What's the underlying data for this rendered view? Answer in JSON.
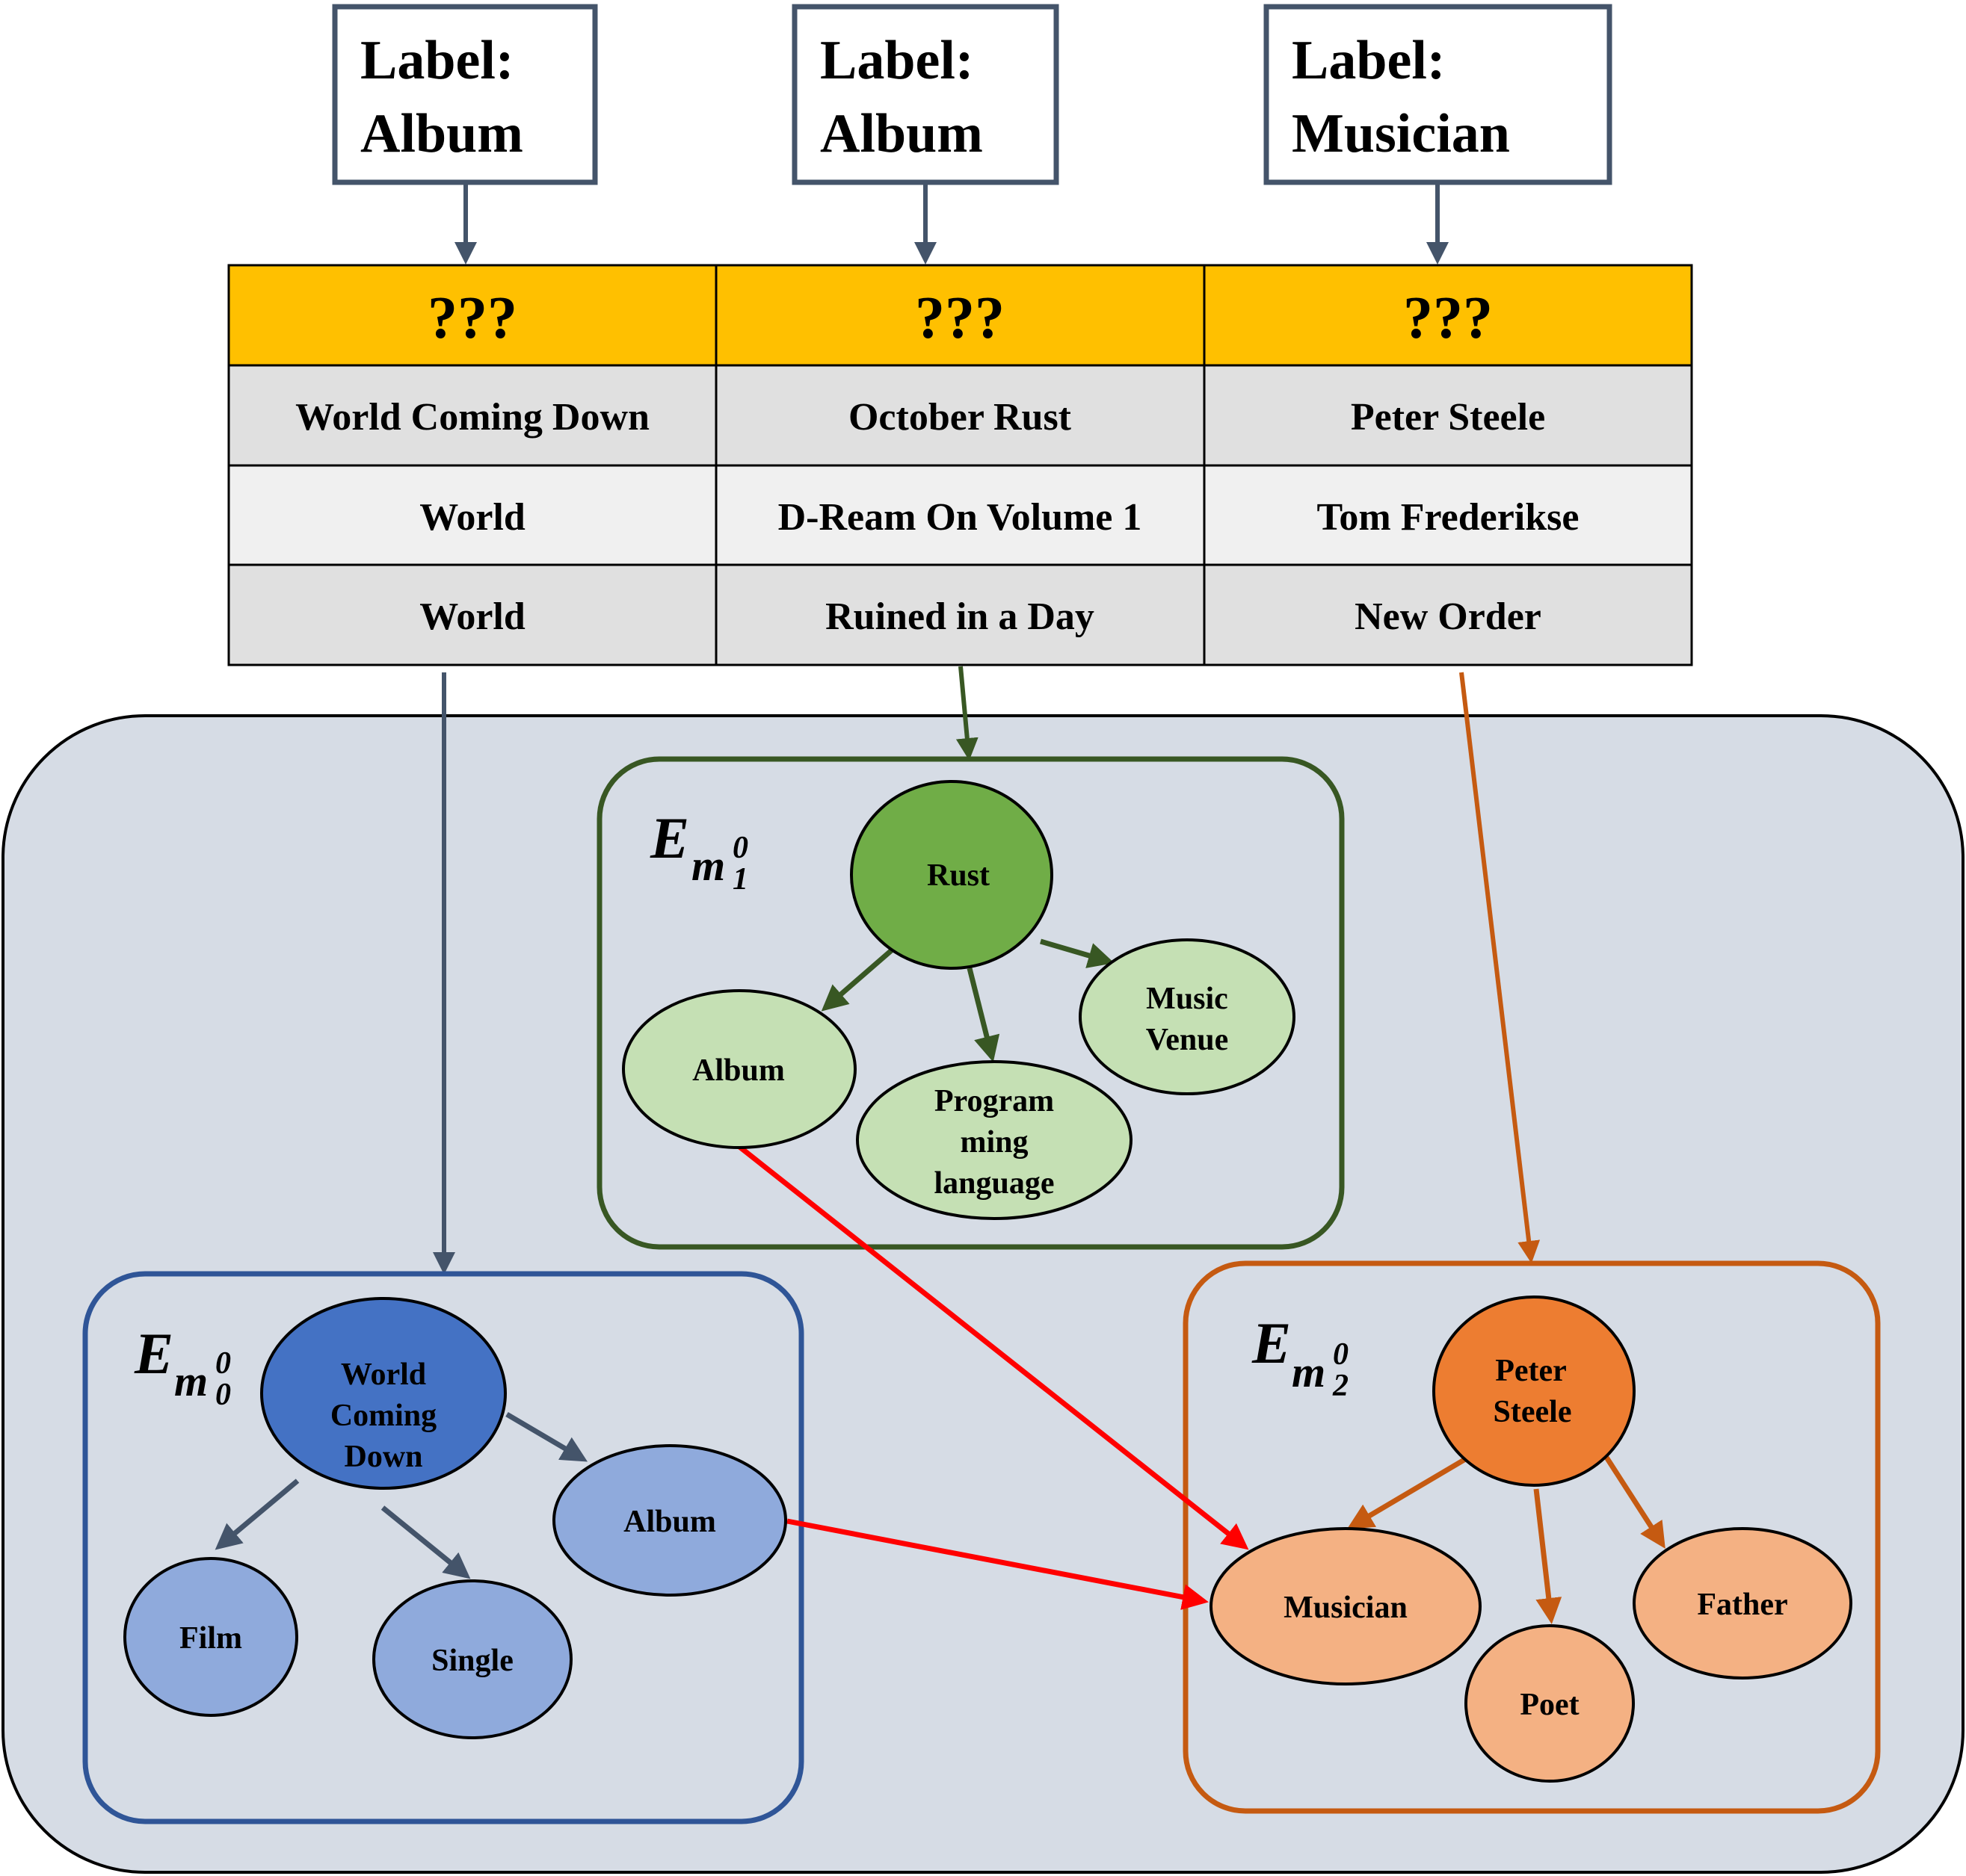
{
  "label_boxes": [
    {
      "line1": "Label:",
      "line2": "Album"
    },
    {
      "line1": "Label:",
      "line2": "Album"
    },
    {
      "line1": "Label:",
      "line2": "Musician"
    }
  ],
  "table": {
    "headers": [
      "???",
      "???",
      "???"
    ],
    "rows": [
      [
        "World Coming Down",
        "October Rust",
        "Peter Steele"
      ],
      [
        "World",
        "D-Ream On Volume 1",
        "Tom Frederikse"
      ],
      [
        "World",
        "Ruined in a Day",
        "New Order"
      ]
    ]
  },
  "panels": {
    "left": {
      "symbol": {
        "base": "E",
        "sub": "m",
        "sup": "0",
        "idx": "0"
      },
      "nodes": {
        "root": [
          "World",
          "Coming",
          "Down"
        ],
        "album": [
          "Album"
        ],
        "film": [
          "Film"
        ],
        "single": [
          "Single"
        ]
      }
    },
    "middle": {
      "symbol": {
        "base": "E",
        "sub": "m",
        "sup": "0",
        "idx": "1"
      },
      "nodes": {
        "root": [
          "Rust"
        ],
        "album": [
          "Album"
        ],
        "venue": [
          "Music",
          "Venue"
        ],
        "language": [
          "Program",
          "ming",
          "language"
        ]
      }
    },
    "right": {
      "symbol": {
        "base": "E",
        "sub": "m",
        "sup": "0",
        "idx": "2"
      },
      "nodes": {
        "root": [
          "Peter",
          "Steele"
        ],
        "musician": [
          "Musician"
        ],
        "poet": [
          "Poet"
        ],
        "father": [
          "Father"
        ]
      }
    }
  },
  "colors": {
    "slate": "#44546a",
    "header_fill": "#ffc000",
    "row_dark": "#e0e0e0",
    "row_light": "#f0f0f0",
    "container_fill": "#d6dce5",
    "blue_border": "#2f5597",
    "blue_root": "#4472c4",
    "blue_child": "#8faadc",
    "green_border": "#385723",
    "green_root": "#70ad47",
    "green_child": "#c5e0b4",
    "orange_border": "#c55a11",
    "orange_root": "#ed7d31",
    "orange_child": "#f4b183",
    "red": "#ff0000"
  }
}
